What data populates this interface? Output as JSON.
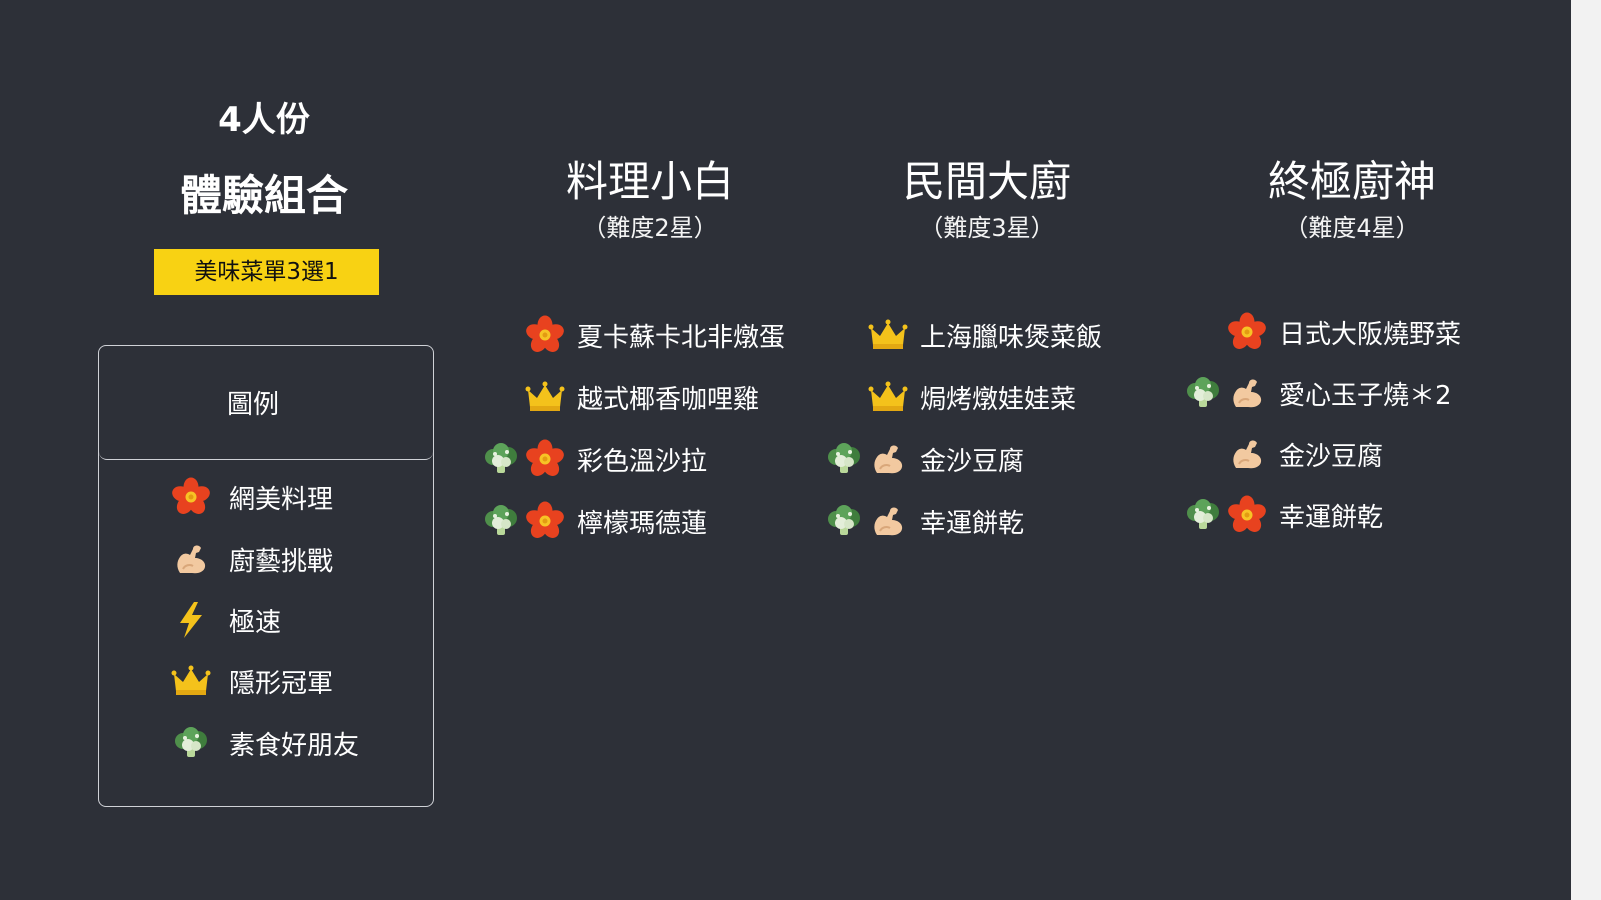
{
  "header": {
    "people": "4人份",
    "title": "體驗組合",
    "badge": "美味菜單3選1"
  },
  "legend": {
    "title": "圖例",
    "items": [
      {
        "icon": "flower-icon",
        "label": "網美料理"
      },
      {
        "icon": "flexed-arm-icon",
        "label": "廚藝挑戰"
      },
      {
        "icon": "lightning-icon",
        "label": "極速"
      },
      {
        "icon": "crown-icon",
        "label": "隱形冠軍"
      },
      {
        "icon": "broccoli-icon",
        "label": "素食好朋友"
      }
    ]
  },
  "columns": [
    {
      "title": "料理小白",
      "subtitle": "（難度2星）",
      "dishes": [
        {
          "icons": [
            "flower-icon"
          ],
          "name": "夏卡蘇卡北非燉蛋"
        },
        {
          "icons": [
            "crown-icon"
          ],
          "name": "越式椰香咖哩雞"
        },
        {
          "icons": [
            "broccoli-icon",
            "flower-icon"
          ],
          "name": "彩色溫沙拉"
        },
        {
          "icons": [
            "broccoli-icon",
            "flower-icon"
          ],
          "name": "檸檬瑪德蓮"
        }
      ]
    },
    {
      "title": "民間大廚",
      "subtitle": "（難度3星）",
      "dishes": [
        {
          "icons": [
            "crown-icon"
          ],
          "name": "上海臘味煲菜飯"
        },
        {
          "icons": [
            "crown-icon"
          ],
          "name": "焗烤燉娃娃菜"
        },
        {
          "icons": [
            "broccoli-icon",
            "flexed-arm-icon"
          ],
          "name": "金沙豆腐"
        },
        {
          "icons": [
            "broccoli-icon",
            "flexed-arm-icon"
          ],
          "name": "幸運餅乾"
        }
      ]
    },
    {
      "title": "終極廚神",
      "subtitle": "（難度4星）",
      "dishes": [
        {
          "icons": [
            "flower-icon"
          ],
          "name": "日式大阪燒野菜"
        },
        {
          "icons": [
            "broccoli-icon",
            "flexed-arm-icon"
          ],
          "name": "愛心玉子燒＊2"
        },
        {
          "icons": [
            "flexed-arm-icon"
          ],
          "name": "金沙豆腐"
        },
        {
          "icons": [
            "broccoli-icon",
            "flower-icon"
          ],
          "name": "幸運餅乾"
        }
      ]
    }
  ],
  "colors": {
    "background": "#2d3038",
    "badge": "#f8d213",
    "text": "#ffffff"
  }
}
